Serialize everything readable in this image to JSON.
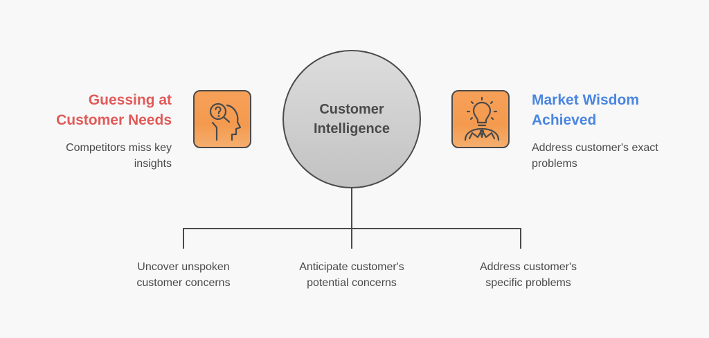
{
  "center": {
    "label": "Customer Intelligence"
  },
  "left": {
    "title": "Guessing at Customer Needs",
    "description": "Competitors miss key insights",
    "icon": "head-question-magnifier-icon",
    "title_color": "#e05a58"
  },
  "right": {
    "title": "Market Wisdom Achieved",
    "description": "Address customer's exact problems",
    "icon": "lightbulb-person-icon",
    "title_color": "#4a86e0"
  },
  "branches": [
    {
      "label": "Uncover unspoken customer concerns"
    },
    {
      "label": "Anticipate customer's potential concerns"
    },
    {
      "label": "Address customer's specific problems"
    }
  ],
  "colors": {
    "icon_box_fill": "#f39a4e",
    "stroke": "#4a4a4a",
    "circle_fill": "#d0d0d0"
  }
}
